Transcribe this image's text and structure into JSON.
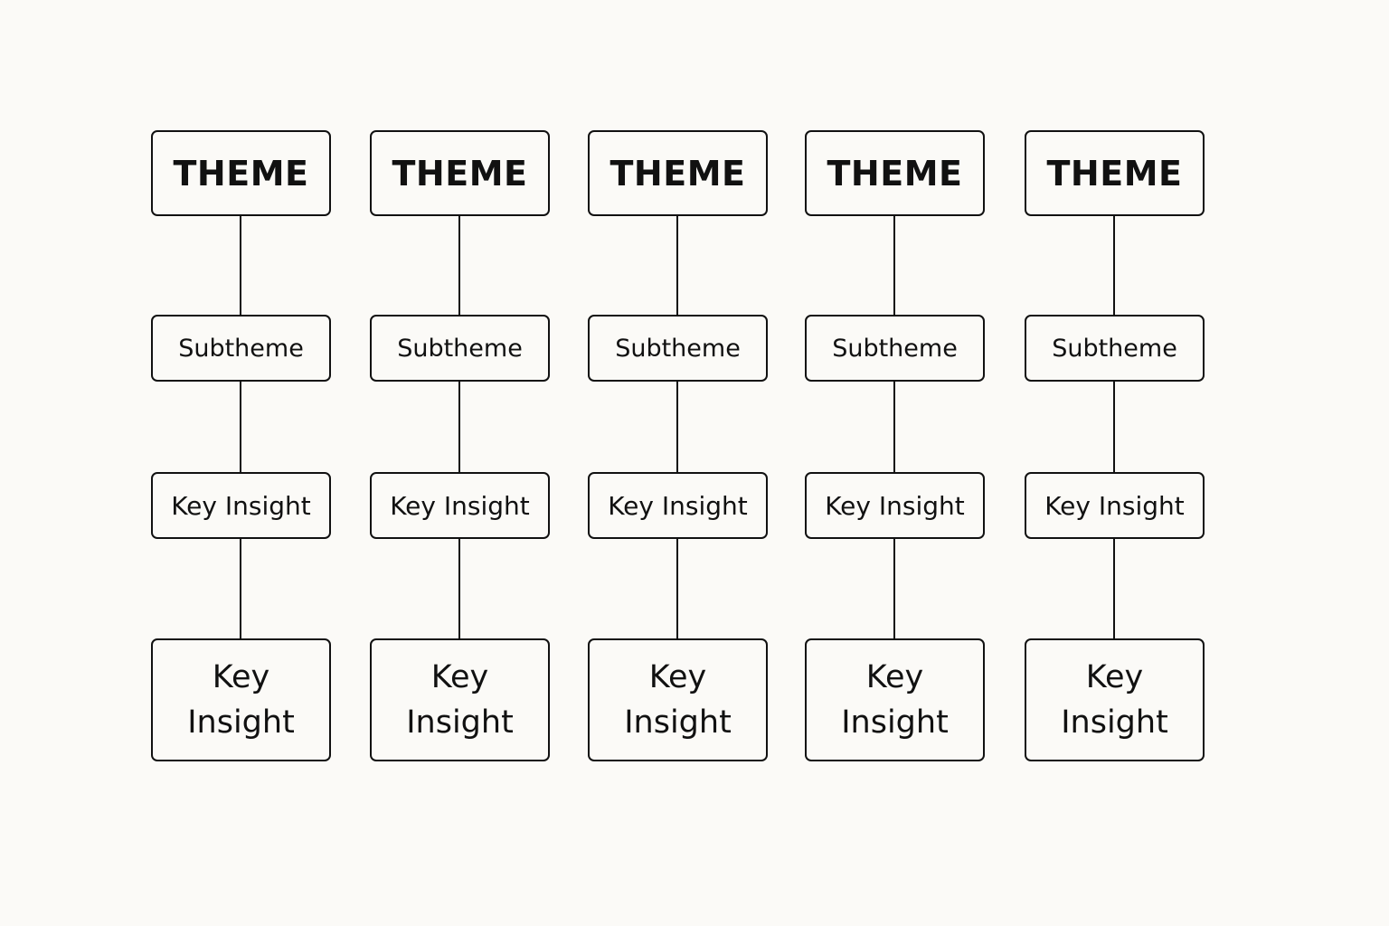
{
  "columns": [
    {
      "theme": "THEME",
      "subtheme": "Subtheme",
      "insight": "Key Insight",
      "insight_large": "Key\nInsight"
    },
    {
      "theme": "THEME",
      "subtheme": "Subtheme",
      "insight": "Key Insight",
      "insight_large": "Key\nInsight"
    },
    {
      "theme": "THEME",
      "subtheme": "Subtheme",
      "insight": "Key Insight",
      "insight_large": "Key\nInsight"
    },
    {
      "theme": "THEME",
      "subtheme": "Subtheme",
      "insight": "Key Insight",
      "insight_large": "Key\nInsight"
    },
    {
      "theme": "THEME",
      "subtheme": "Subtheme",
      "insight": "Key Insight",
      "insight_large": "Key\nInsight"
    }
  ],
  "colors": {
    "background": "#fbfaf7",
    "stroke": "#111111"
  }
}
